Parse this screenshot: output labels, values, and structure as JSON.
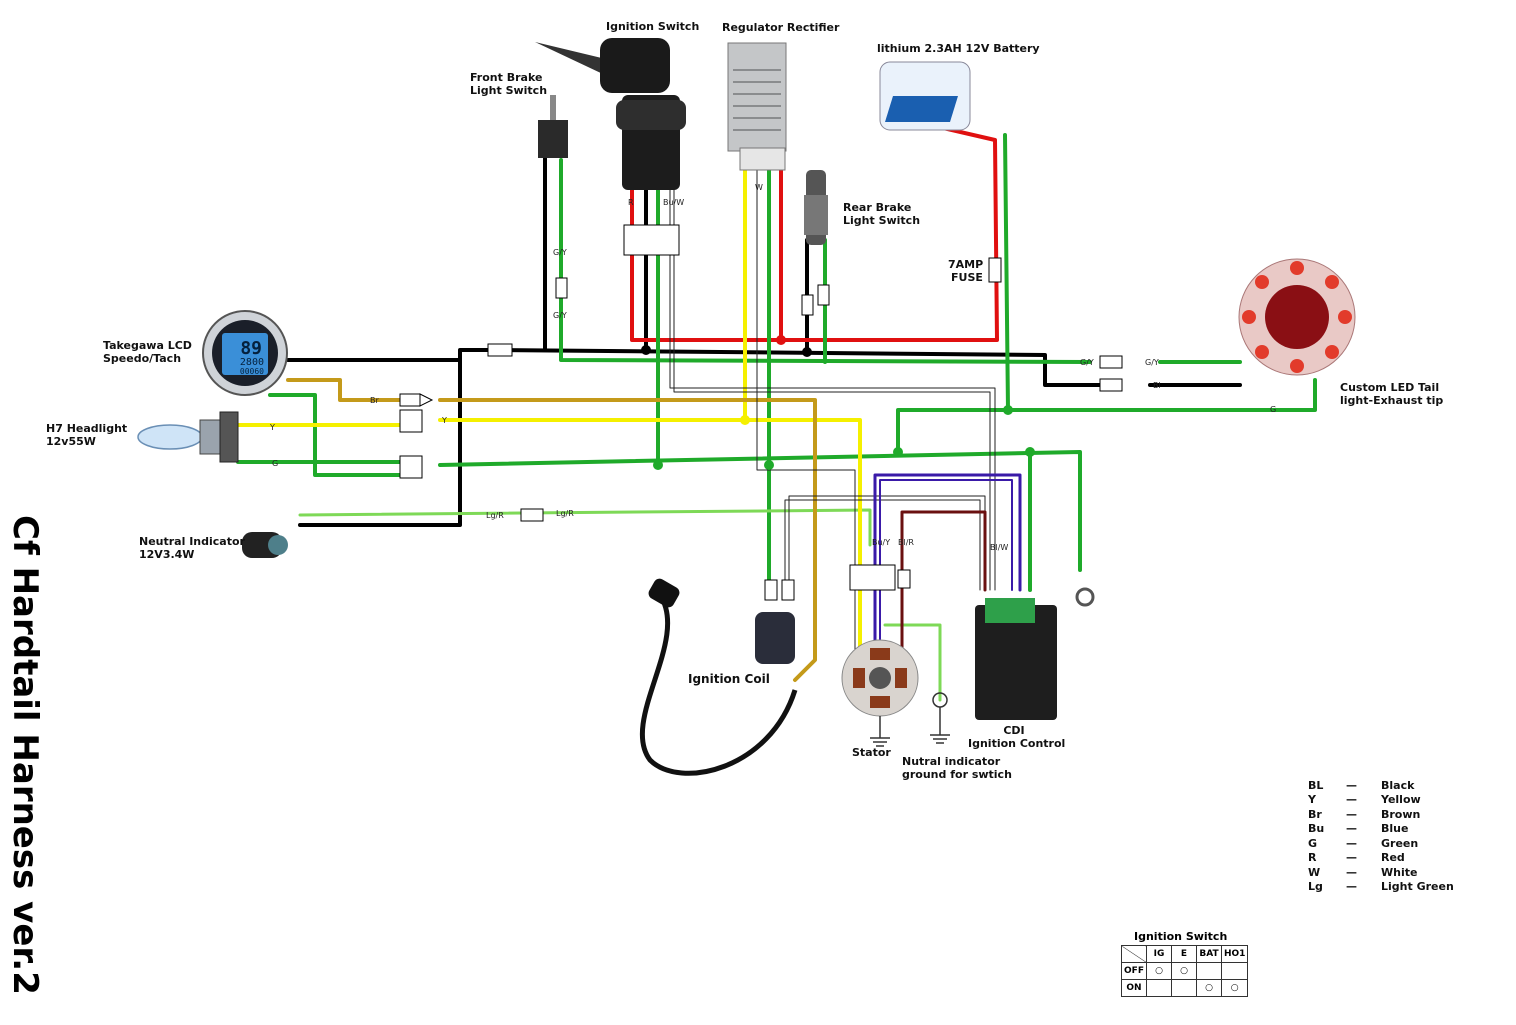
{
  "diagram": {
    "title": "Cf Hardtail Harness ver.2",
    "components": {
      "ignition_switch": "Ignition Switch",
      "regulator_rectifier": "Regulator Rectifier",
      "battery": "lithium 2.3AH 12V Battery",
      "front_brake_line1": "Front Brake",
      "front_brake_line2": "Light Switch",
      "rear_brake_line1": "Rear Brake",
      "rear_brake_line2": "Light Switch",
      "fuse_line1": "7AMP",
      "fuse_line2": "FUSE",
      "speedo_line1": "Takegawa LCD",
      "speedo_line2": "Speedo/Tach",
      "headlight_line1": "H7 Headlight",
      "headlight_line2": "12v55W",
      "neutral_line1": "Neutral Indicator",
      "neutral_line2": "12V3.4W",
      "tail_line1": "Custom LED Tail",
      "tail_line2": "light-Exhaust tip",
      "ignition_coil": "Ignition Coil",
      "stator": "Stator",
      "neutral_ground_line1": "Nutral indicator",
      "neutral_ground_line2": "ground for swtich",
      "cdi_line1": "CDI",
      "cdi_line2": "Ignition Control"
    },
    "speedo_display": {
      "top": "89",
      "mid": "2800",
      "bottom": "00060"
    },
    "legend": [
      {
        "code": "BL",
        "dash": "—",
        "color": "Black"
      },
      {
        "code": "Y",
        "dash": "—",
        "color": "Yellow"
      },
      {
        "code": "Br",
        "dash": "—",
        "color": "Brown"
      },
      {
        "code": "Bu",
        "dash": "—",
        "color": "Blue"
      },
      {
        "code": "G",
        "dash": "—",
        "color": "Green"
      },
      {
        "code": "R",
        "dash": "—",
        "color": "Red"
      },
      {
        "code": "W",
        "dash": "—",
        "color": "White"
      },
      {
        "code": "Lg",
        "dash": "—",
        "color": "Light Green"
      }
    ],
    "ignition_table": {
      "title": "Ignition Switch",
      "headers": [
        "IG",
        "E",
        "BAT",
        "HO1"
      ],
      "rows": [
        "OFF",
        "ON"
      ]
    },
    "wire_codes": {
      "gy": "G/Y",
      "bl": "Bl",
      "lgr": "Lg/R",
      "y": "Y",
      "g": "G",
      "br": "Br",
      "r": "R",
      "w": "W",
      "buw": "Bu/W",
      "buy": "Bu/Y",
      "blr": "Bl/R",
      "blw": "Bl/W"
    },
    "wire_colors": {
      "black": "#000000",
      "red": "#e01010",
      "yellow": "#f5f000",
      "green": "#1faa2a",
      "brown": "#c49a1a",
      "white": "#ffffff",
      "blue": "#3a1aa8",
      "dark_red": "#6a1010",
      "light_green": "#7ed957"
    }
  }
}
